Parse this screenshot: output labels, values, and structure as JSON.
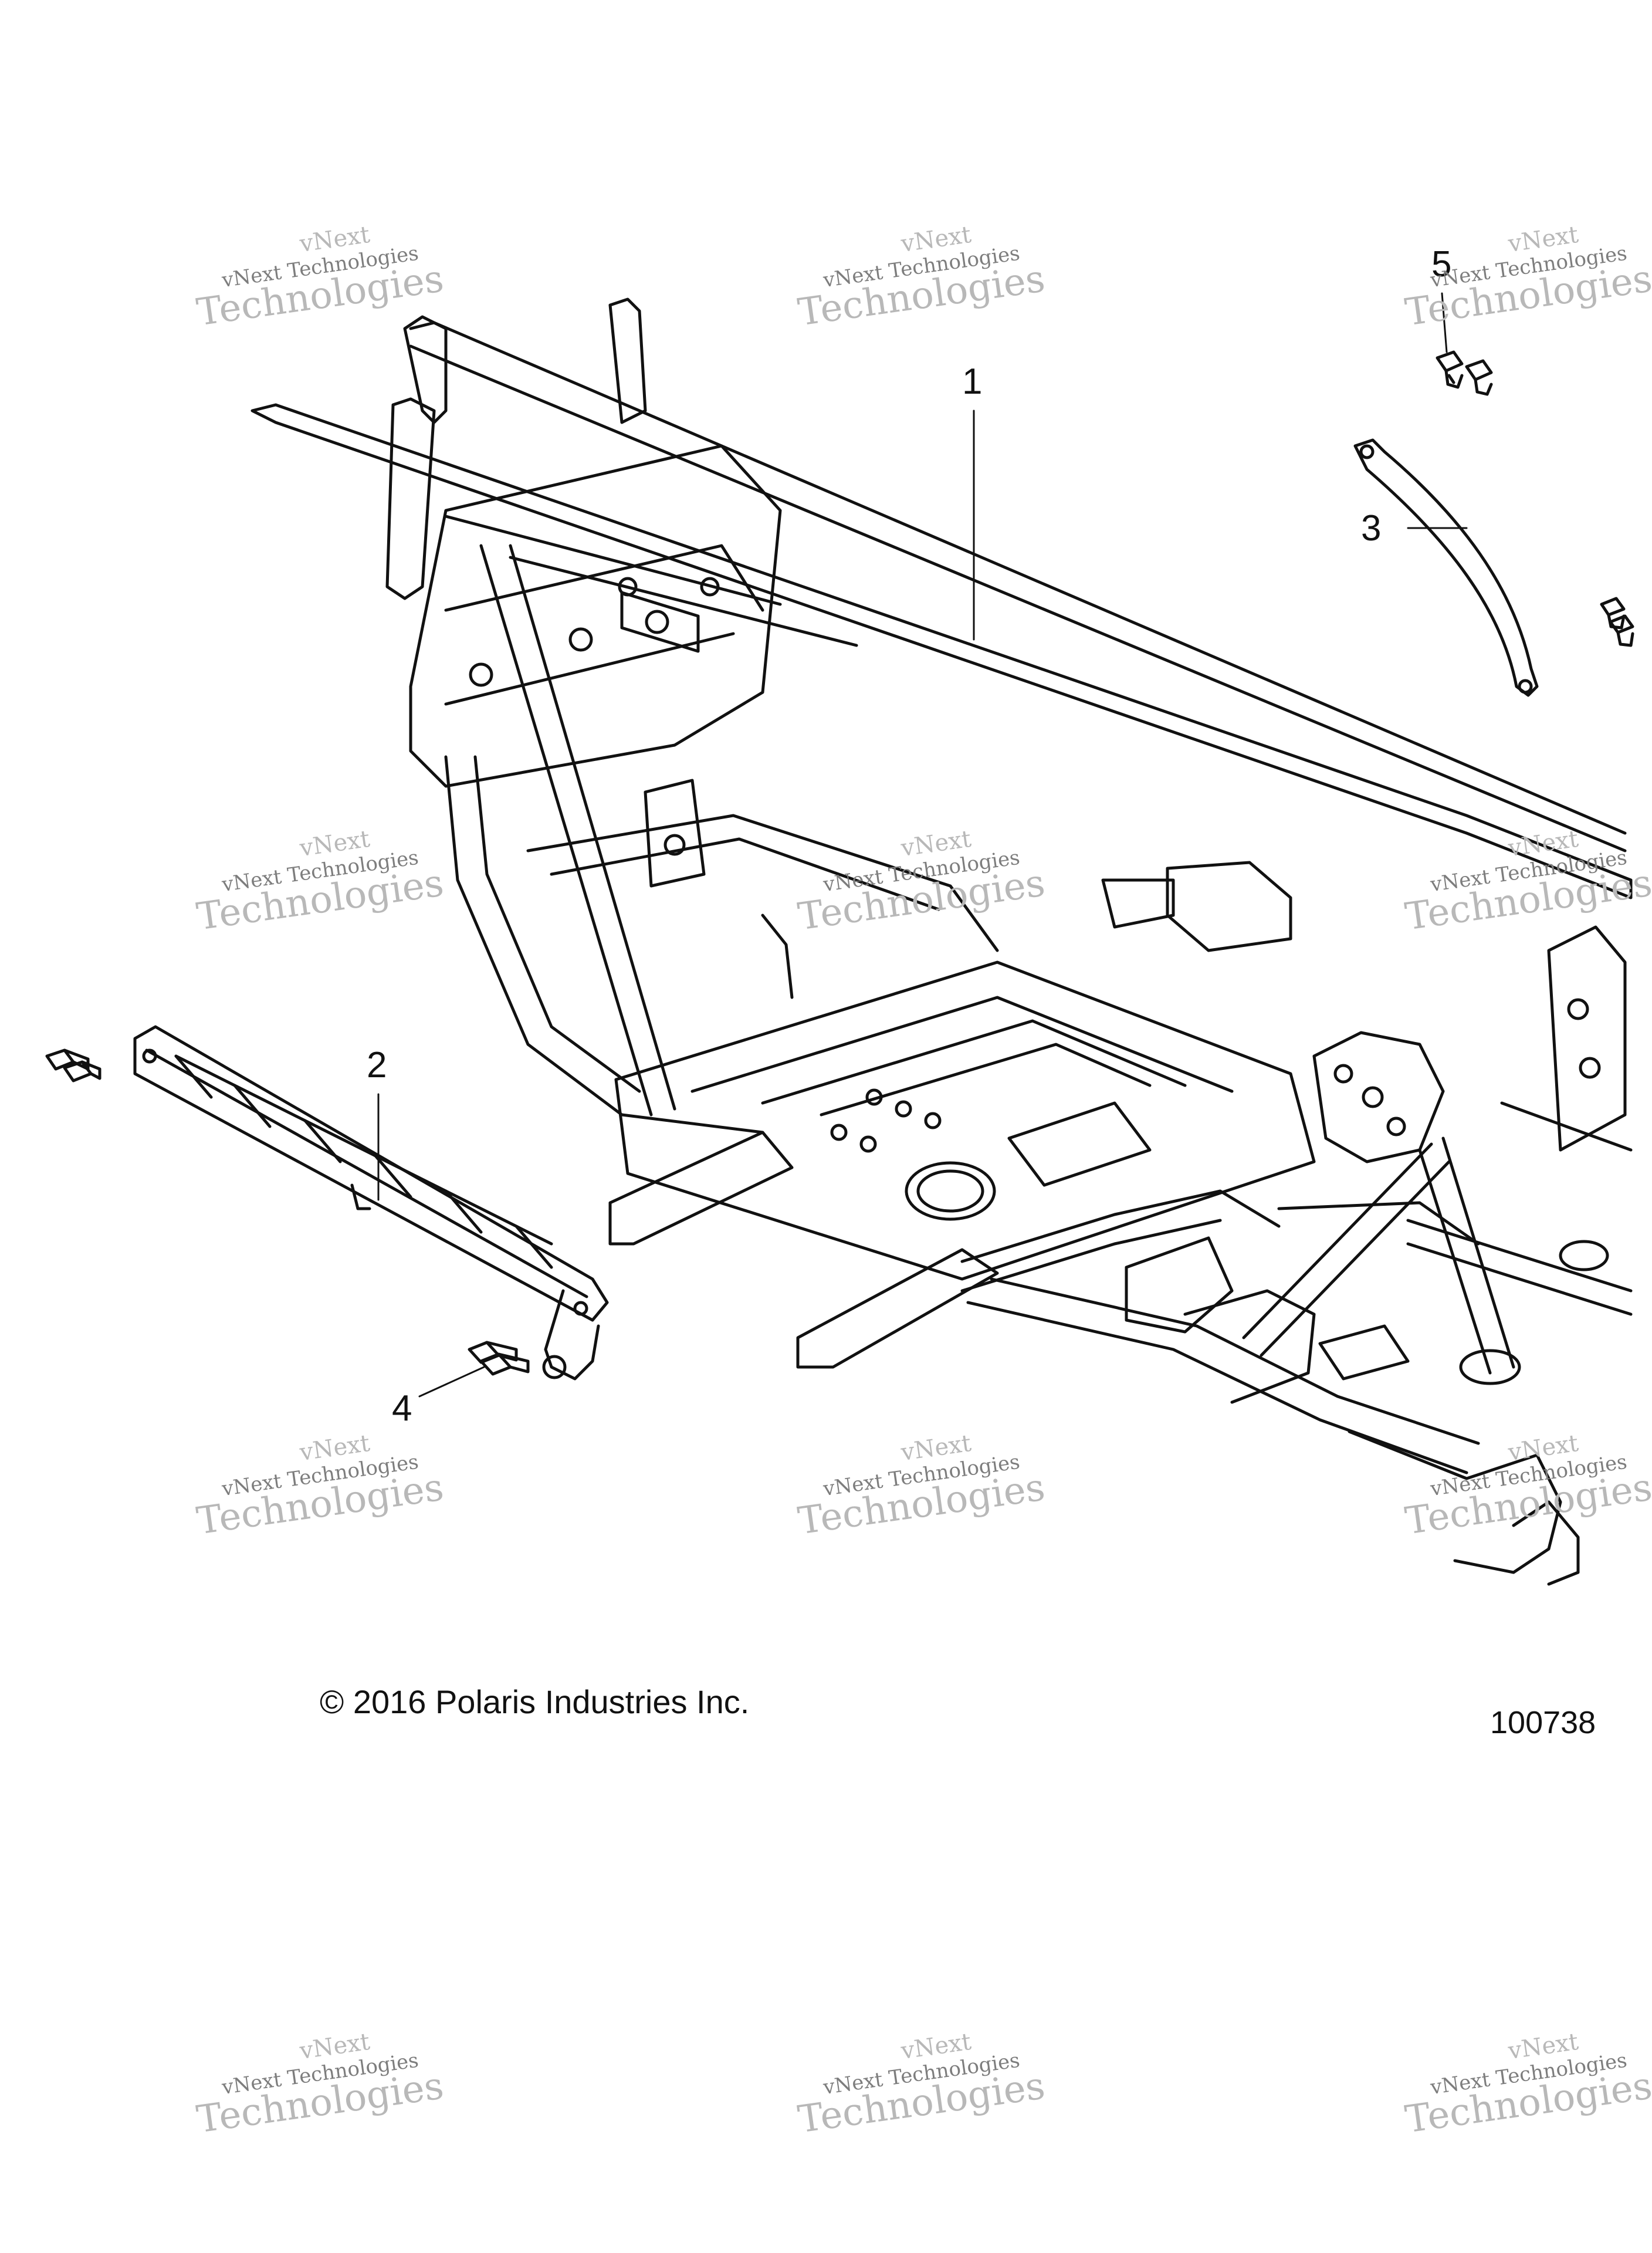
{
  "callouts": {
    "c1": "1",
    "c2": "2",
    "c3": "3",
    "c4": "4",
    "c5": "5"
  },
  "watermark": {
    "line1": "vNext",
    "line2": "vNext Technologies",
    "line3": "Technologies"
  },
  "footer": {
    "copyright": "© 2016 Polaris Industries Inc.",
    "figure_number": "100738"
  }
}
